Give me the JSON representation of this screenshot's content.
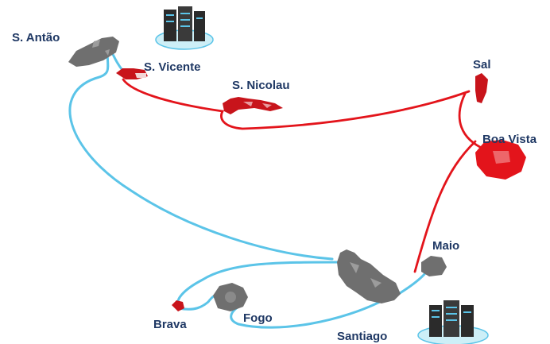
{
  "islands": {
    "s_antao": "S. Antão",
    "s_vicente": "S. Vicente",
    "s_nicolau": "S. Nicolau",
    "sal": "Sal",
    "boa_vista": "Boa Vista",
    "maio": "Maio",
    "santiago": "Santiago",
    "fogo": "Fogo",
    "brava": "Brava"
  },
  "colors": {
    "red_link": "#e3141b",
    "blue_link": "#5bc4e8",
    "island_gray": "#6f6f6f",
    "island_red": "#c8141b",
    "label": "#1f3864",
    "server_dark": "#2b2b2b",
    "cloud": "#cdeff7"
  },
  "icons": [
    "server-cloud-icon",
    "server-cloud-icon"
  ]
}
